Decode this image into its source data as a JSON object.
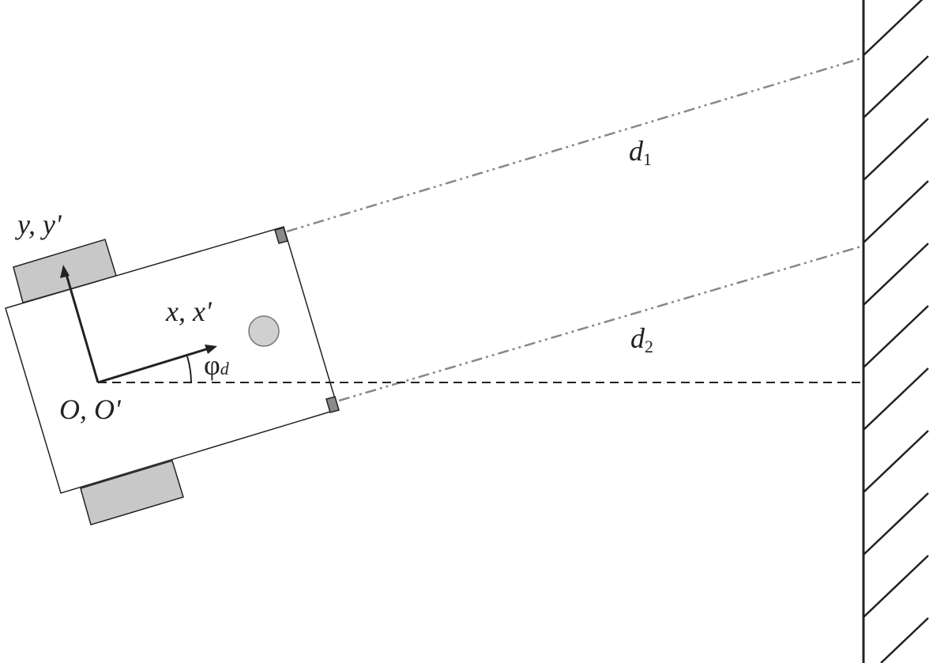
{
  "labels": {
    "y_axis": "y, y'",
    "x_axis": "x, x'",
    "origin": "O, O'",
    "angle": "φ",
    "angle_sub": "d",
    "d1": "d",
    "d1_sub": "1",
    "d2": "d",
    "d2_sub": "2"
  },
  "colors": {
    "stroke": "#222222",
    "wheel": "#c8c8c8",
    "beam": "#888888",
    "sensor": "#8a8a8a"
  }
}
